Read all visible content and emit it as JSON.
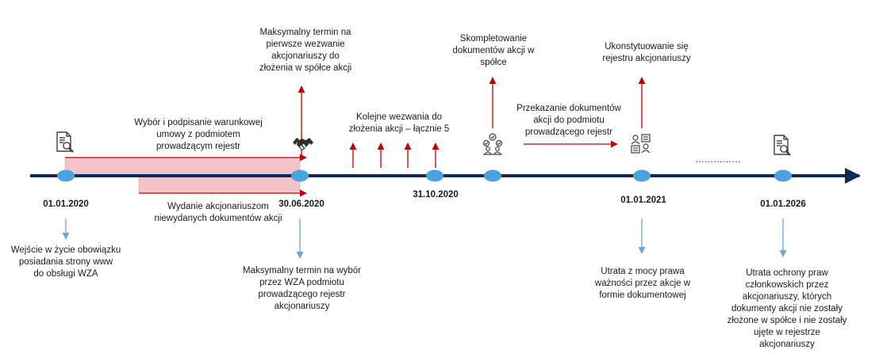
{
  "colors": {
    "axis": "#0d2a5a",
    "milestone": "#4aa3df",
    "arrow_red": "#c00000",
    "arrow_blue": "#6aa6d6",
    "band": "#f2c4c8",
    "icon": "#404040"
  },
  "dates": {
    "d1": "01.01.2020",
    "d2": "30.06.2020",
    "d3": "31.10.2020",
    "d4": "01.01.2021",
    "d5": "01.01.2026"
  },
  "events": {
    "above_band": "Wybór i podpisanie warunkowej\numowy z podmiotem\nprowadzącym rejestr",
    "below_band": "Wydanie akcjonariuszom\nniewydanych dokumentów akcji",
    "first_call_deadline": "Maksymalny termin na\npierwsze wezwanie\nakcjonariuszy do\nzłożenia w spółce akcji",
    "next_calls": "Kolejne wezwania do\nzłożenia akcji – łącznie 5",
    "docs_completed": "Skompletowanie\ndokumentów akcji w\nspółce",
    "docs_transfer": "Przekazanie dokumentów\nakcji do podmiotu\nprowadzącego rejestr",
    "register_established": "Ukonstytuowanie się\nrejestru akcjonariuszy",
    "www_obligation": "Wejście w życie obowiązku\nposiadania strony www\ndo obsługi WZA",
    "selection_deadline": "Maksymalny termin na wybór\nprzez WZA  podmiotu\nprowadzącego rejestr\nakcjonariuszy",
    "validity_loss": "Utrata z mocy prawa\nważności przez akcje w\nformie dokumentowej",
    "protection_loss": "Utrata ochrony praw\nczłonkowskich przez\nakcjonariuszy, których\ndokumenty akcji nie zostały\nzłożone w spółce i nie zostały\nujęte w rejestrze\nakcjonariuszy"
  },
  "ellipsis": "……………",
  "icons": [
    "document-search-icon",
    "handshake-icon",
    "people-checklist-icon",
    "people-register-icon",
    "document-search-icon"
  ]
}
